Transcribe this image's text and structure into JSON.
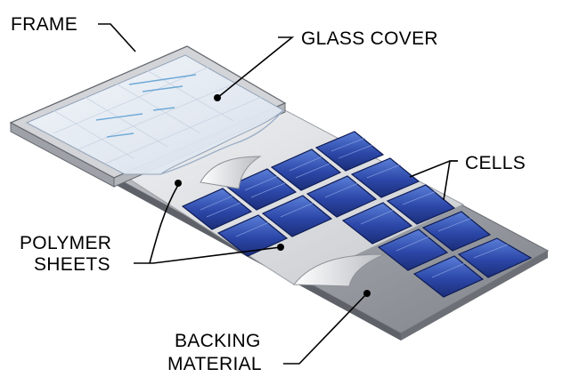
{
  "labels": {
    "frame": "FRAME",
    "glass_cover": "GLASS COVER",
    "cells": "CELLS",
    "polymer_line1": "POLYMER",
    "polymer_line2": "SHEETS",
    "backing_line1": "BACKING",
    "backing_line2": "MATERIAL"
  },
  "colors": {
    "frame": "#c9cbcf",
    "glass": "#e8eef5",
    "polymer": "#dde0e4",
    "backing": "#a9adb3",
    "cell": "#2f4fb0",
    "cell_dark": "#1c2f7a",
    "leader": "#000000"
  }
}
